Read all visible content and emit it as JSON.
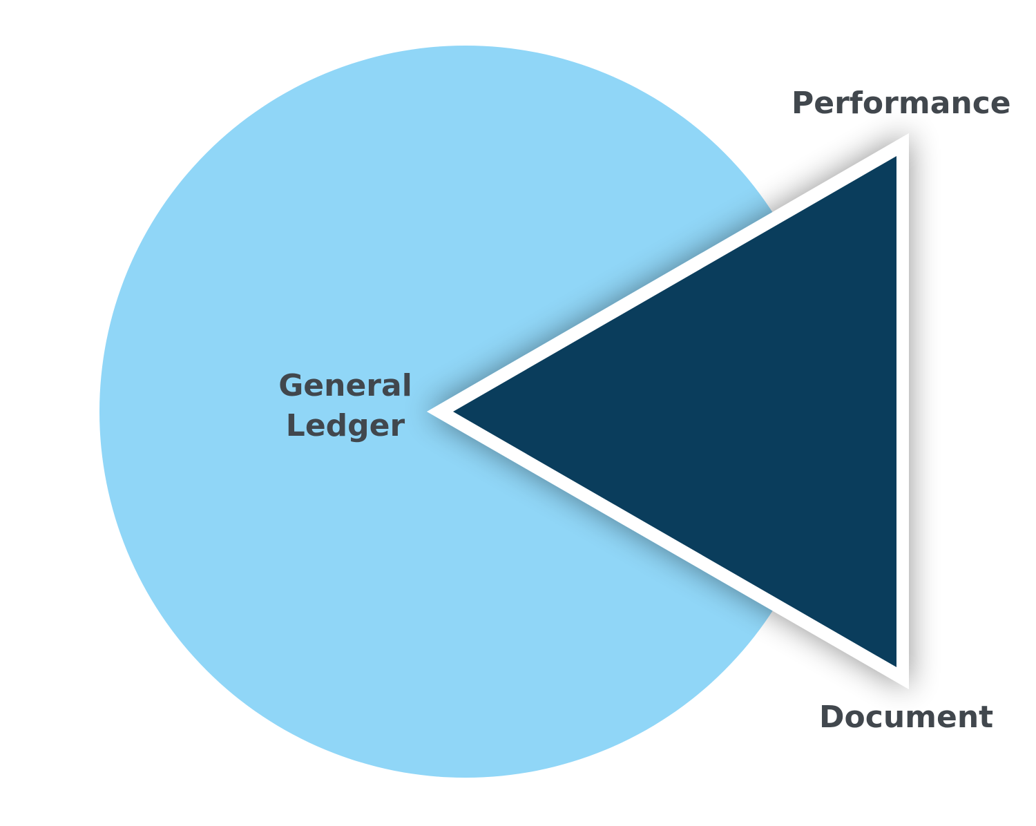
{
  "diagram": {
    "labels": {
      "performance": "Performance",
      "document": "Document",
      "general_ledger_line1": "General",
      "general_ledger_line2": "Ledger"
    },
    "colors": {
      "circle": "#90d6f7",
      "triangle": "#0a3d5c",
      "triangle_border": "#ffffff",
      "text": "#41474d",
      "background": "#ffffff"
    }
  }
}
